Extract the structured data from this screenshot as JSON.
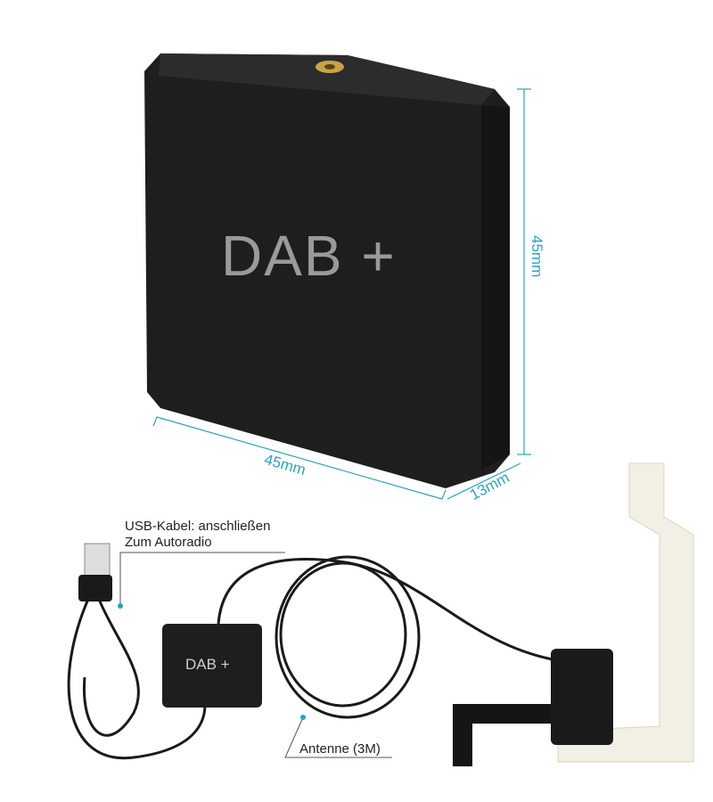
{
  "product": {
    "big_logo": "DAB +",
    "small_logo": "DAB +"
  },
  "dimensions": {
    "height": "45mm",
    "width": "45mm",
    "depth": "13mm"
  },
  "labels": {
    "usb_line1": "USB-Kabel: anschließen",
    "usb_line2": "Zum Autoradio",
    "antenna": "Antenne (3M)"
  },
  "colors": {
    "dimension": "#2ba3b8",
    "device": "#1c1c1c",
    "logo": "#9a9a9a"
  }
}
